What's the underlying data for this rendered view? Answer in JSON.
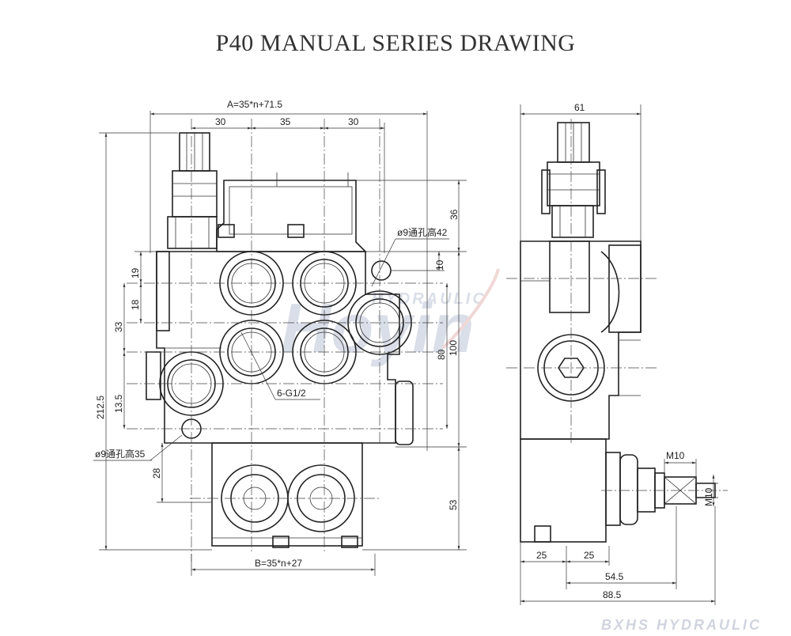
{
  "title": "P40 MANUAL SERIES DRAWING",
  "front_view": {
    "dims": {
      "overall_width": "A=35*n+71.5",
      "pitch_left": "30",
      "pitch_mid": "35",
      "pitch_right": "30",
      "base_width": "B=35*n+27",
      "top_height": "36",
      "hole_offset": "10",
      "body_height_80": "80",
      "body_height_100": "100",
      "port_h_19": "19",
      "port_h_18": "18",
      "port_h_33": "33",
      "port_h_13_5": "13.5",
      "overall_height": "212.5",
      "lower_28": "28",
      "bottom_53": "53"
    },
    "callouts": {
      "hole_top": "ø9通孔高42",
      "hole_bottom": "ø9通孔高35",
      "ports": "6-G1/2"
    }
  },
  "side_view": {
    "dims": {
      "top_width": "61",
      "thread_a": "M10",
      "thread_b": "M10",
      "bottom_25_left": "25",
      "bottom_25_right": "25",
      "length_54_5": "54.5",
      "length_88_5": "88.5"
    }
  },
  "watermark": {
    "logo": "Hoyin",
    "logo_sub": "HYDRAULIC",
    "footer": "BXHS HYDRAULIC"
  }
}
